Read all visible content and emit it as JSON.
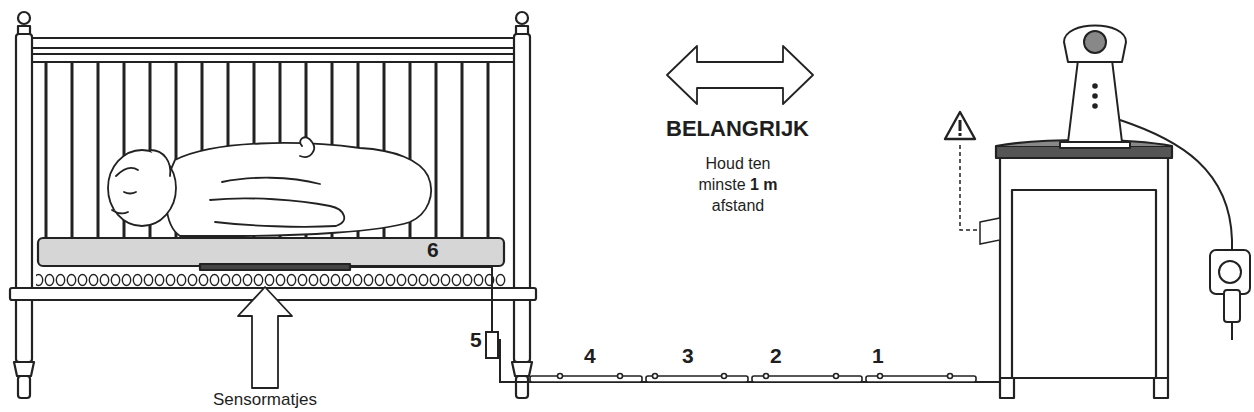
{
  "diagram": {
    "labels": [
      "BELANGRIJK",
      "Houd ten minste",
      "1 m",
      "afstand",
      "Sensormatjes",
      "1",
      "2",
      "3",
      "4",
      "5",
      "6"
    ]
  }
}
